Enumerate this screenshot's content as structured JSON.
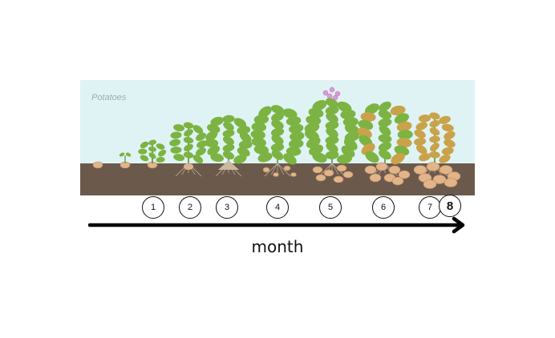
{
  "scene": {
    "title": "Potatoes",
    "colors": {
      "sky": "#dff3f5",
      "soil": "#6b5a4c",
      "leaf": "#7cb342",
      "leaf_dark": "#5b8f2e",
      "leaf_yellow": "#c9a24a",
      "tuber": "#e2b48a",
      "flower": "#d99ad6"
    },
    "stages": [
      {
        "label": "1",
        "bold": false
      },
      {
        "label": "2",
        "bold": false
      },
      {
        "label": "3",
        "bold": false
      },
      {
        "label": "4",
        "bold": false
      },
      {
        "label": "5",
        "bold": false
      },
      {
        "label": "6",
        "bold": false
      },
      {
        "label": "7",
        "bold": false
      },
      {
        "label": "8",
        "bold": true
      }
    ]
  },
  "axis": {
    "label": "month"
  }
}
